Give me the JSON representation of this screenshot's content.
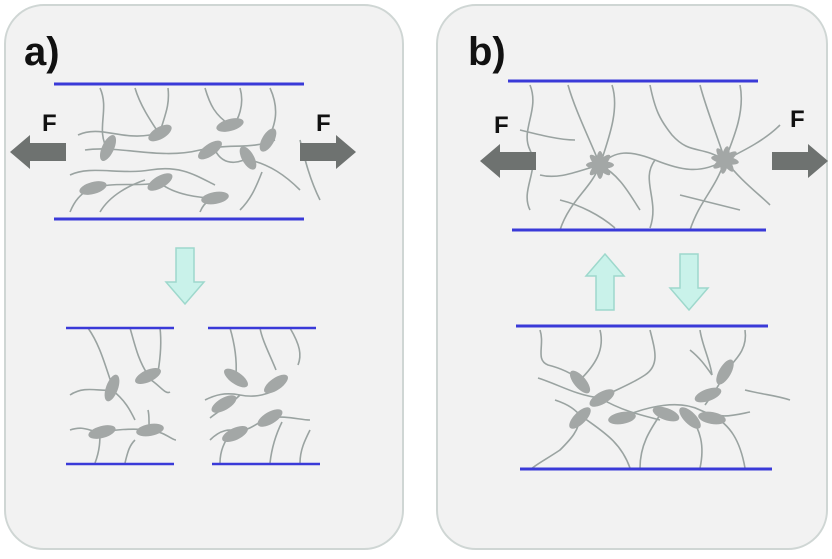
{
  "panels": [
    {
      "label": "a)"
    },
    {
      "label": "b)"
    }
  ],
  "force_label": "F",
  "colors": {
    "plate": "#3a3ad8",
    "chain": "#9aa3a1",
    "particle": "#a3a7a6",
    "force_arrow": "#6e7270",
    "transition_arrow": "#c9f2ea",
    "transition_arrow_stroke": "#9ed8cc",
    "panel_bg": "#f2f2f2",
    "panel_border": "#cfd6d4"
  }
}
